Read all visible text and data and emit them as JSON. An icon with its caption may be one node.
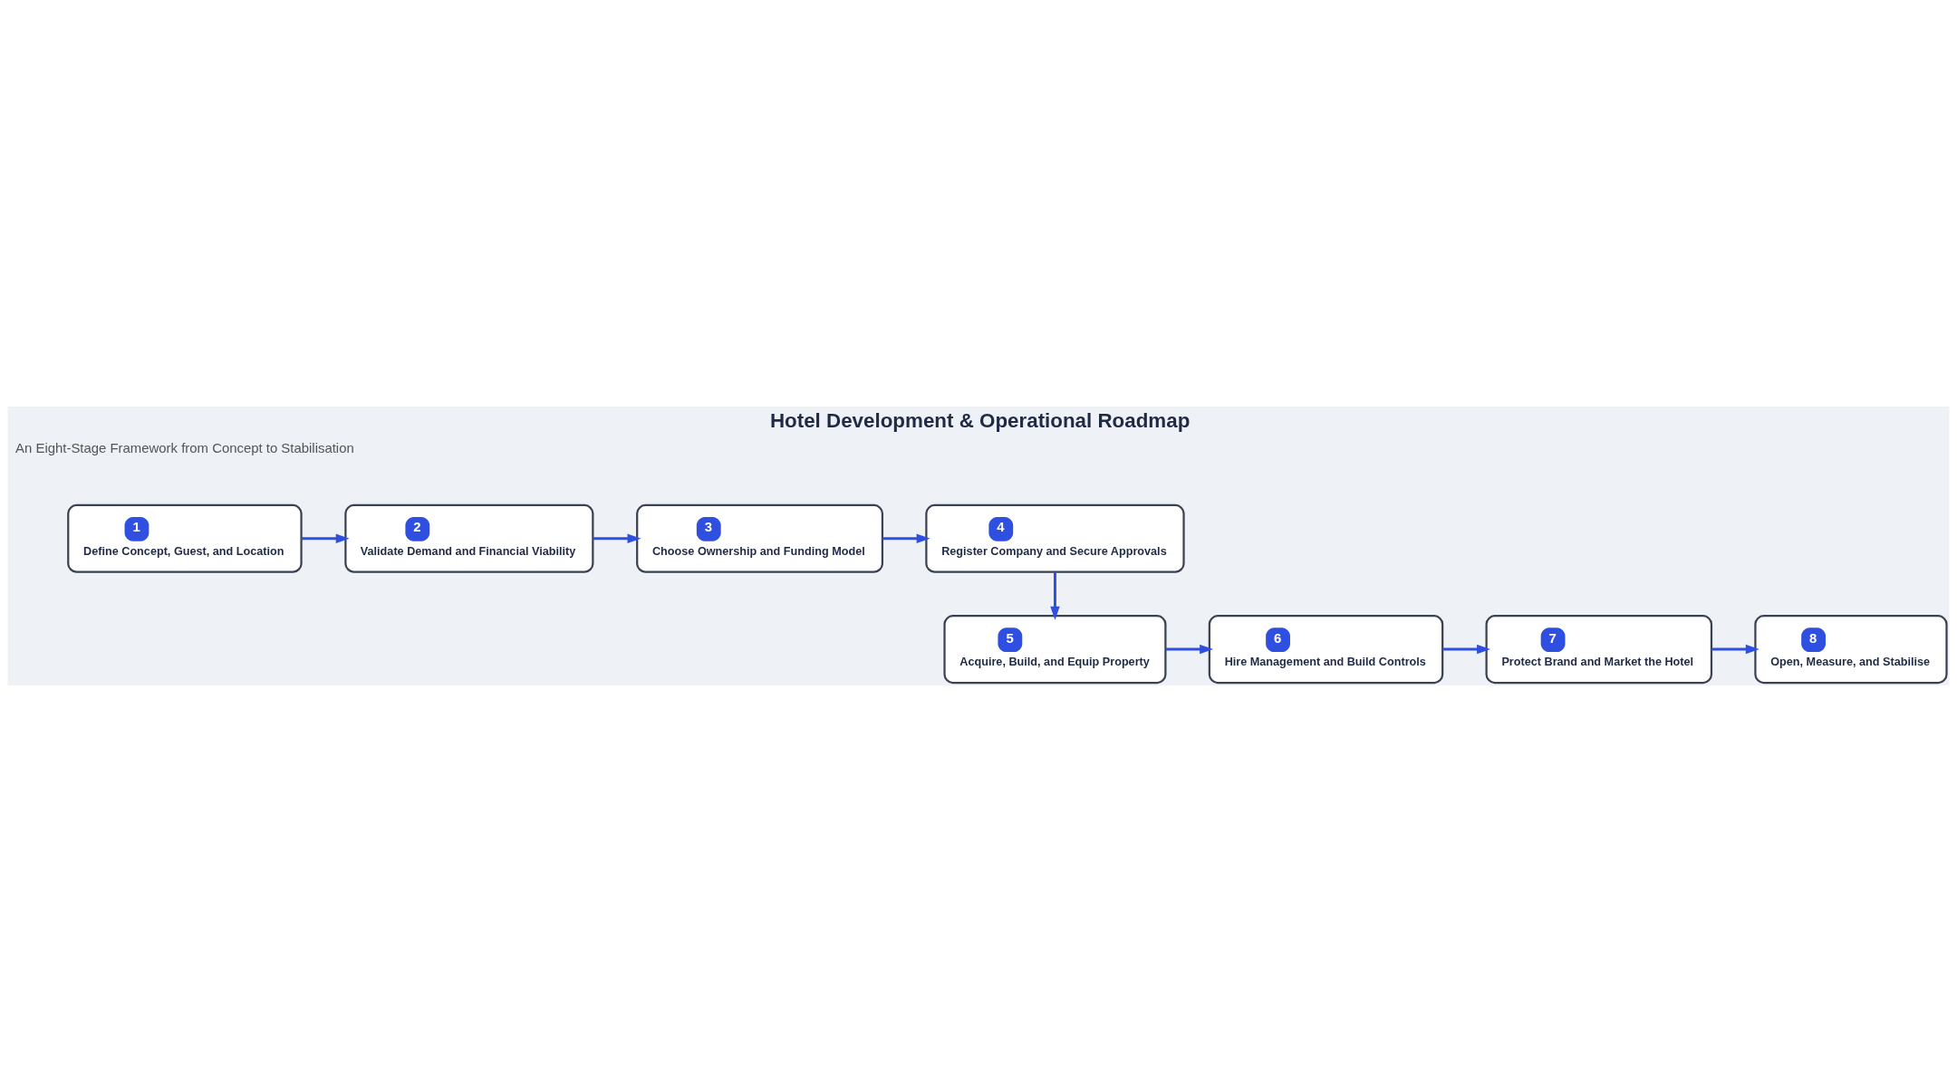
{
  "diagram": {
    "title": "Hotel Development & Operational Roadmap",
    "nodes": [
      {
        "text": [
          "1",
          "Define Concept, Guest, and Location"
        ]
      },
      {
        "text": [
          "2",
          "Validate Demand and Financial Viability"
        ]
      },
      {
        "text": [
          "3",
          "Choose Ownership and Funding Model"
        ]
      },
      {
        "text": [
          "4",
          "Register Company and Secure Approvals"
        ]
      },
      {
        "text": [
          "5",
          "Acquire, Build, and Equip Property"
        ]
      },
      {
        "text": [
          "6",
          "Hire Management and Build Controls"
        ]
      },
      {
        "text": [
          "7",
          "Protect Brand and Market the Hotel"
        ]
      },
      {
        "text": [
          "8",
          "Open, Measure, and Stabilise"
        ]
      }
    ],
    "edges": [
      {
        "from": 0,
        "to": 1,
        "arrow": "to"
      },
      {
        "from": 1,
        "to": 2,
        "arrow": "to"
      },
      {
        "from": 2,
        "to": 3,
        "arrow": "to"
      },
      {
        "from": 3,
        "to": 4,
        "arrow": "to"
      },
      {
        "from": 4,
        "to": 5,
        "arrow": "to"
      },
      {
        "from": 5,
        "to": 6,
        "arrow": "to"
      },
      {
        "from": 6,
        "to": 7,
        "arrow": "to"
      }
    ],
    "labels": [
      "An Eight-Stage Framework from Concept to Stabilisation"
    ]
  }
}
